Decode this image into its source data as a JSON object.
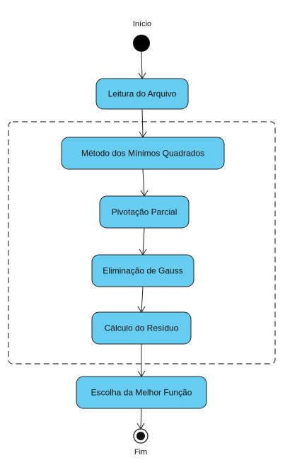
{
  "start": {
    "label": "Início"
  },
  "end": {
    "label": "Fim"
  },
  "nodes": [
    {
      "id": "leitura",
      "label": "Leitura do Arquivo"
    },
    {
      "id": "mmq",
      "label": "Método dos Mínimos Quadrados"
    },
    {
      "id": "pivotacao",
      "label": "Pivotação Parcial"
    },
    {
      "id": "eliminacao",
      "label": "Eliminação de Gauss"
    },
    {
      "id": "residuo",
      "label": "Cálculo do Resíduo"
    },
    {
      "id": "escolha",
      "label": "Escolha da Melhor Função"
    }
  ],
  "edges": [
    [
      "start",
      "leitura"
    ],
    [
      "leitura",
      "mmq"
    ],
    [
      "mmq",
      "pivotacao"
    ],
    [
      "pivotacao",
      "eliminacao"
    ],
    [
      "eliminacao",
      "residuo"
    ],
    [
      "residuo",
      "escolha"
    ],
    [
      "escolha",
      "end"
    ]
  ],
  "colors": {
    "activity_fill": "#66ccf0",
    "border": "#1f1f1f",
    "initial_node": "#000000"
  }
}
